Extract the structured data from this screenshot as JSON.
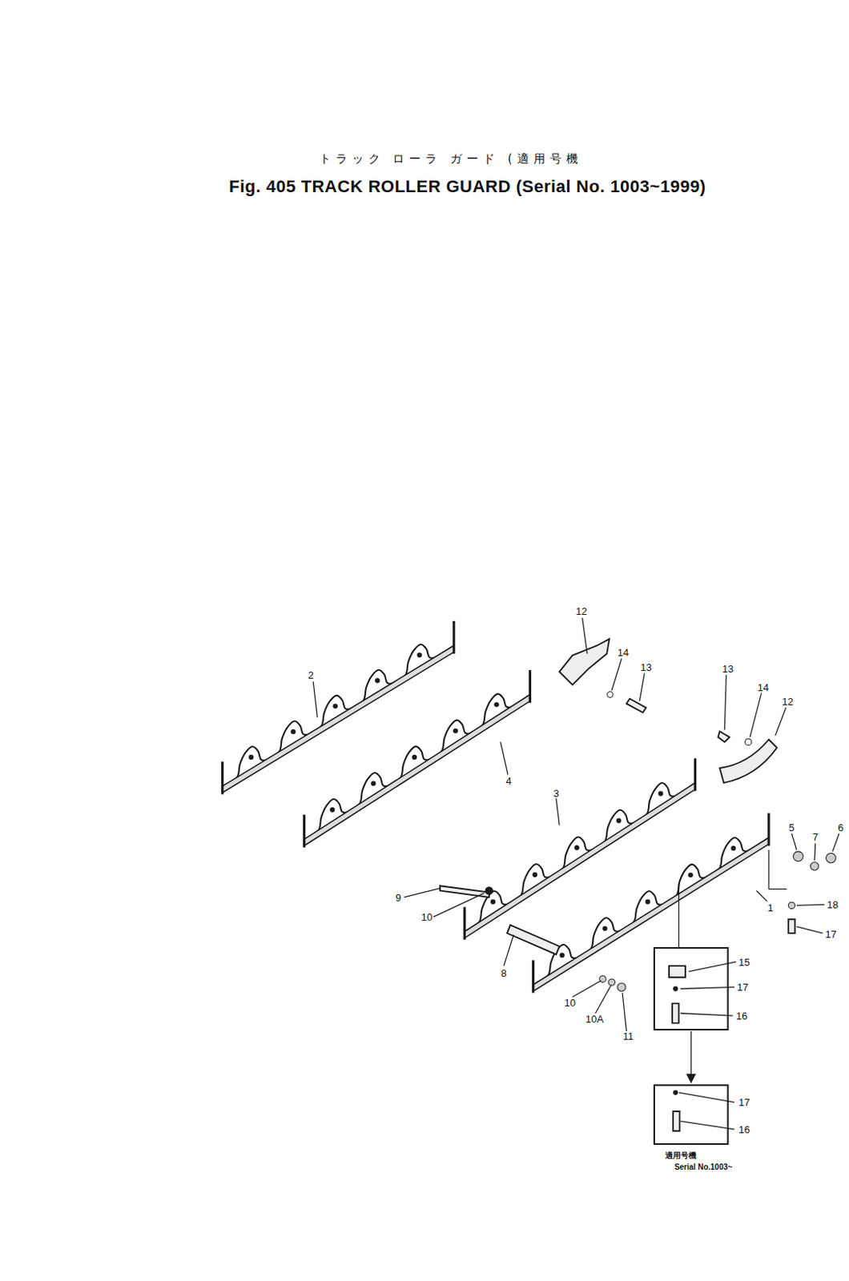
{
  "diagram": {
    "title": "Fig. 405 TRACK ROLLER GUARD (Serial No. 1003~1999)",
    "labels": [
      "トラック ローラ ガード (適用号機",
      "2",
      "4",
      "12",
      "14",
      "13",
      "13",
      "14",
      "12",
      "3",
      "5",
      "7",
      "6",
      "9",
      "10",
      "1",
      "18",
      "17",
      "8",
      "15",
      "17",
      "16",
      "10",
      "10A",
      "11",
      "17",
      "16",
      "適用号機",
      "Serial No.1003~"
    ]
  }
}
